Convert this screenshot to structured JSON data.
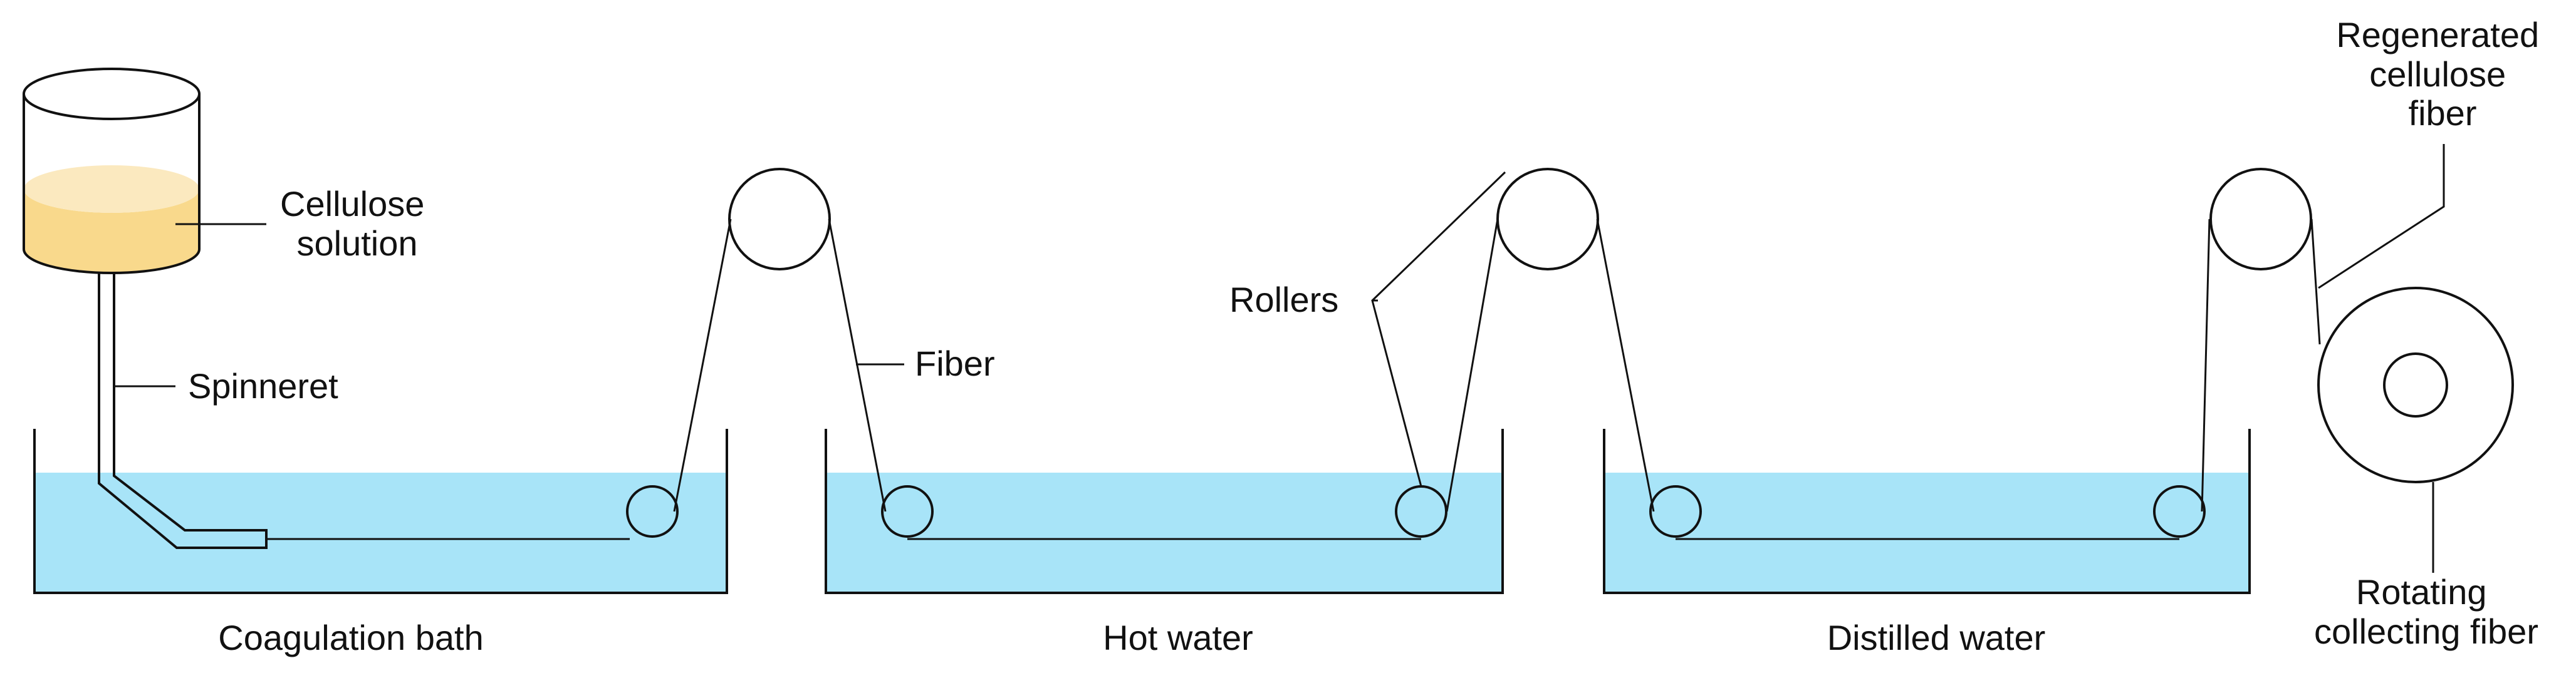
{
  "labels": {
    "cellulose_solution": [
      "Cellulose",
      "solution"
    ],
    "spinneret": "Spinneret",
    "fiber": "Fiber",
    "rollers": "Rollers",
    "regenerated_fiber": [
      "Regenerated",
      "cellulose",
      "fiber"
    ],
    "rotating_collector": [
      "Rotating",
      "collecting fiber"
    ],
    "coagulation_bath": "Coagulation bath",
    "hot_water": "Hot water",
    "distilled_water": "Distilled water"
  },
  "colors": {
    "water": "#a8e4f8",
    "solution": "#f9d98c",
    "solution_highlight": "#fbe9bf",
    "line": "#111111"
  }
}
